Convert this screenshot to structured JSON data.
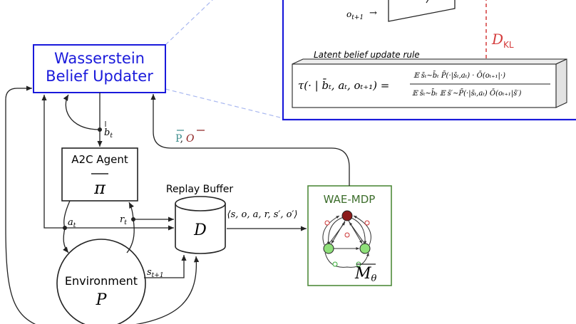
{
  "updater": {
    "line1": "Wasserstein",
    "line2": "Belief Updater"
  },
  "agent": {
    "title": "A2C Agent",
    "policy": "π"
  },
  "replay": {
    "title": "Replay Buffer",
    "symbol": "D",
    "tuple": "⟨s, o, a, r, s′, o′⟩"
  },
  "environment": {
    "title": "Environment",
    "symbol": "P"
  },
  "wae": {
    "title": "WAE-MDP",
    "model": "M",
    "model_sub": "θ"
  },
  "signals": {
    "b": "b",
    "b_sub": "t",
    "a": "a",
    "a_sub": "t",
    "r": "r",
    "r_sub": "t",
    "s": "s",
    "s_sub": "t+1",
    "o": "o",
    "o_sub": "t+1",
    "arrow": "→",
    "p_bar": "P",
    "comma": ",",
    "o_bar": "O"
  },
  "inset": {
    "dkl": "D",
    "dkl_sub": "KL",
    "rule_title": "Latent belief update rule",
    "tau_lhs": "τ(· | b̄ₜ, aₜ, oₜ₊₁) =",
    "numerator": "𝔼 s̄ₜ∼b̄ₜ P̄(·|s̄ₜ,aₜ) · Ō(oₜ₊₁|·)",
    "denominator": "𝔼 s̄ₜ∼b̄ₜ 𝔼 s̄′∼P̄(·|s̄ₜ,aₜ) Ō(oₜ₊₁|s̄′)"
  },
  "colors": {
    "blue": "#1a1adb",
    "dashed_blue": "#a9b8f0",
    "green_border": "#4f8a3b",
    "green_text": "#3d6e2c",
    "teal": "#3c8c8c",
    "dark_red": "#8b1d1d",
    "kl_red": "#d43b3b",
    "node_red": "#8b1a1a",
    "node_green": "#8fe07a"
  }
}
